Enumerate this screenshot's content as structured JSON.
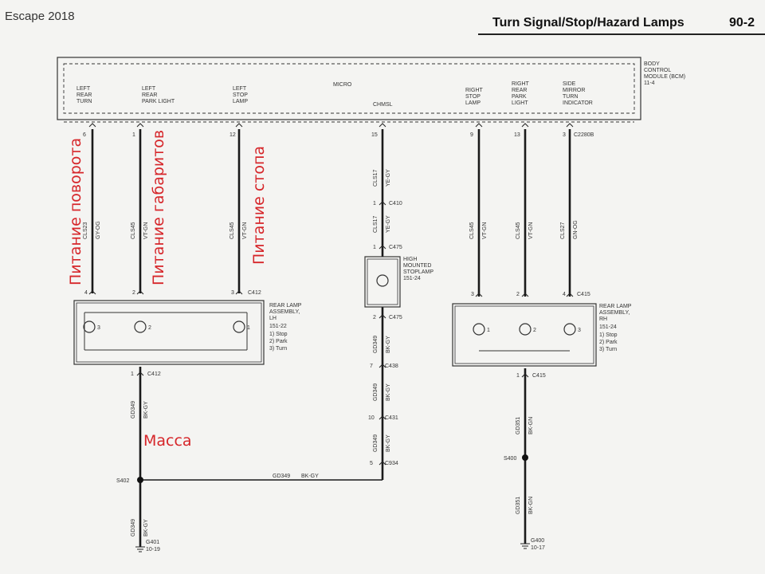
{
  "header": {
    "vehicle": "Escape 2018",
    "title": "Turn Signal/Stop/Hazard Lamps",
    "page": "90-2"
  },
  "bcm": {
    "name": [
      "BODY",
      "CONTROL",
      "MODULE (BCM)",
      "11-4"
    ],
    "micro": "MICRO",
    "outputs": {
      "left_rear_turn": [
        "LEFT",
        "REAR",
        "TURN"
      ],
      "left_rear_park": [
        "LEFT",
        "REAR",
        "PARK LIGHT"
      ],
      "left_stop": [
        "LEFT",
        "STOP",
        "LAMP"
      ],
      "chmsl": "CHMSL",
      "right_stop": [
        "RIGHT",
        "STOP",
        "LAMP"
      ],
      "right_rear_park": [
        "RIGHT",
        "REAR",
        "PARK",
        "LIGHT"
      ],
      "side_mirror": [
        "SIDE",
        "MIRROR",
        "TURN",
        "INDICATOR"
      ]
    },
    "connector": "C2280B"
  },
  "pins": {
    "bcm": [
      "6",
      "1",
      "12",
      "15",
      "9",
      "13",
      "3"
    ],
    "c412_top": [
      "4",
      "2",
      "3"
    ],
    "c412_label": "C412",
    "c410": [
      "1",
      "1"
    ],
    "c410_label": "C410",
    "c475_top": "1",
    "c475_bottom": "2",
    "c475_label": "C475",
    "c415_top": [
      "3",
      "2",
      "4"
    ],
    "c415_label": "C415",
    "c412_bottom": "1",
    "c438": "7",
    "c438_label": "C438",
    "c431": "10",
    "c431_label": "C431",
    "c934": "5",
    "c934_label": "C934",
    "c415_bottom": "1"
  },
  "wires": {
    "left_turn": [
      "CLS23",
      "GY-OG"
    ],
    "left_park": [
      "CLS45",
      "VT-GN"
    ],
    "left_stop": [
      "CLS45",
      "VT-GN"
    ],
    "chmsl_upper": [
      "CLS17",
      "YE-GY"
    ],
    "chmsl_lower": [
      "CLS17",
      "YE-GY"
    ],
    "right_stop": [
      "CLS45",
      "VT-GN"
    ],
    "right_park": [
      "CLS45",
      "VT-GN"
    ],
    "side_mirror": [
      "CLS27",
      "GN-OG"
    ],
    "gnd_lh": [
      "GD349",
      "BK-GY"
    ],
    "gnd_hm1": [
      "GD349",
      "BK-GY"
    ],
    "gnd_hm2": [
      "GD349",
      "BK-GY"
    ],
    "gnd_hm3": [
      "GD349",
      "BK-GY"
    ],
    "gnd_splice": [
      "GD349",
      "BK-GY"
    ],
    "gnd_rh": [
      "GD351",
      "BK-GN"
    ],
    "gnd_rh2": [
      "GD351",
      "BK-GN"
    ],
    "gnd_lh2": [
      "GD349",
      "BK-GY"
    ]
  },
  "lamps": {
    "lh": [
      "REAR LAMP",
      "ASSEMBLY,",
      "LH",
      "151-22",
      "1) Stop",
      "2) Park",
      "3) Turn"
    ],
    "rh": [
      "REAR LAMP",
      "ASSEMBLY,",
      "RH",
      "151-24",
      "1) Stop",
      "2) Park",
      "3) Turn"
    ],
    "hmsl": [
      "HIGH",
      "MOUNTED",
      "STOPLAMP",
      "151-24"
    ],
    "lh_bulbs": [
      "3",
      "2",
      "1"
    ],
    "rh_bulbs": [
      "1",
      "2",
      "3"
    ]
  },
  "splices": {
    "s402": "S402",
    "s400": "S400"
  },
  "grounds": {
    "g401": [
      "G401",
      "10-19"
    ],
    "g400": [
      "G400",
      "10-17"
    ]
  },
  "annotations": {
    "turn_power": "Питание поворота",
    "park_power": "Питание габаритов",
    "stop_power": "Питание стопа",
    "ground": "Масса"
  },
  "colors": {
    "annotation": "#d6262a",
    "wire": "#1a1a1a"
  }
}
